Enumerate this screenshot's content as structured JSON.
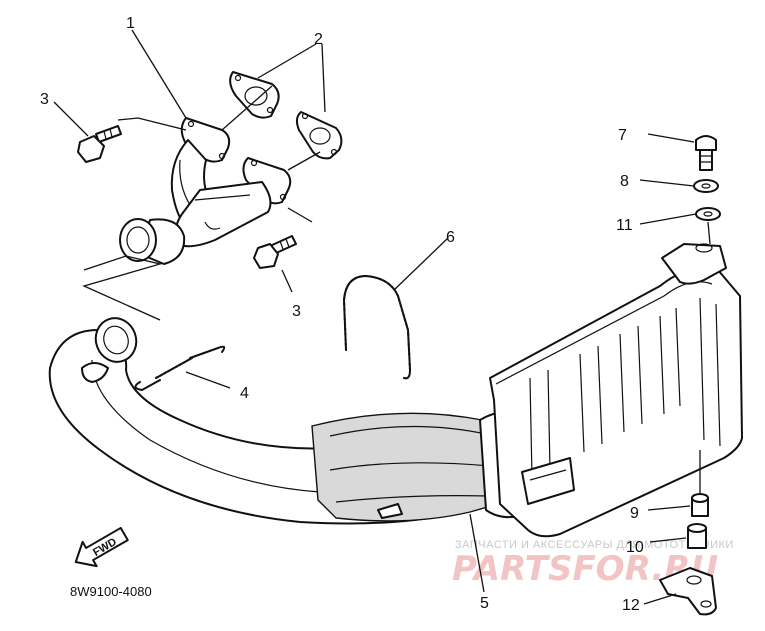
{
  "callouts": {
    "c1": "1",
    "c2": "2",
    "c3a": "3",
    "c3b": "3",
    "c4": "4",
    "c5": "5",
    "c6": "6",
    "c7": "7",
    "c8": "8",
    "c9": "9",
    "c10": "10",
    "c11": "11",
    "c12": "12"
  },
  "diagram_code": "8W9100-4080",
  "fwd_label": "FWD",
  "watermark": {
    "caption": "ЗАПЧАСТИ И АКСЕССУАРЫ ДЛЯ МОТОТЕХНИКИ",
    "brand": "PARTSFOR.RU"
  }
}
